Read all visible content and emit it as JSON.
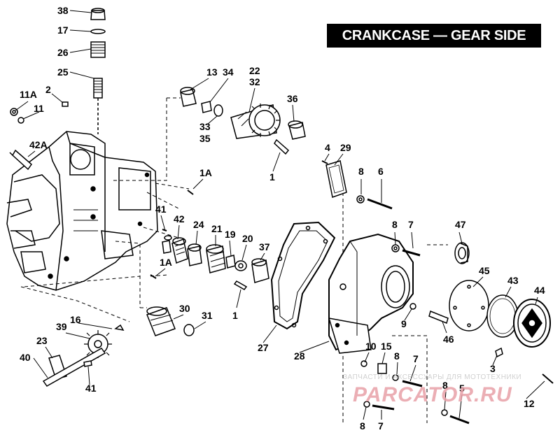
{
  "title": "CRANKCASE — GEAR SIDE",
  "watermark": {
    "top": "ЗАПЧАСТИ И АКСЕССУАРЫ ДЛЯ МОТОТЕХНИКИ",
    "logo": "PARCATOR.RU"
  },
  "labels": {
    "l38": "38",
    "l17": "17",
    "l26": "26",
    "l25": "25",
    "l2": "2",
    "l11A": "11A",
    "l11": "11",
    "l42A": "42A",
    "l13": "13",
    "l34": "34",
    "l33": "33",
    "l35": "35",
    "l22": "22",
    "l32": "32",
    "l36": "36",
    "l1a": "1",
    "l4": "4",
    "l29": "29",
    "l1A_top": "1A",
    "l8a": "8",
    "l6": "6",
    "l41a": "41",
    "l42": "42",
    "l24": "24",
    "l21": "21",
    "l19": "19",
    "l20": "20",
    "l37": "37",
    "l8b": "8",
    "l7a": "7",
    "l47": "47",
    "l1A_mid": "1A",
    "l1b": "1",
    "l45": "45",
    "l43": "43",
    "l44": "44",
    "l9": "9",
    "l46": "46",
    "l30": "30",
    "l31": "31",
    "l16": "16",
    "l39": "39",
    "l23": "23",
    "l40": "40",
    "l41b": "41",
    "l27": "27",
    "l28": "28",
    "l10": "10",
    "l15": "15",
    "l8c": "8",
    "l7b": "7",
    "l3": "3",
    "l8d": "8",
    "l5": "5",
    "l12": "12",
    "l8e": "8",
    "l7c": "7"
  }
}
